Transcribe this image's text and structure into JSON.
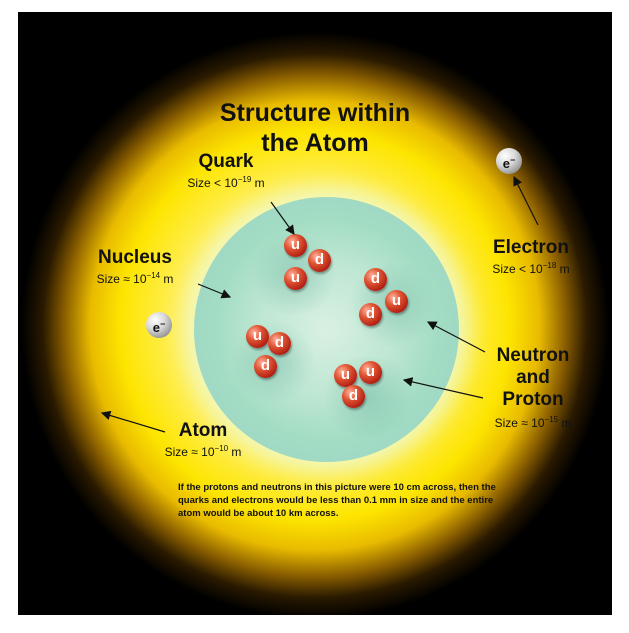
{
  "title": [
    "Structure within",
    "the Atom"
  ],
  "labels": {
    "quark": {
      "name": "Quark",
      "size_prefix": "Size < 10",
      "size_exp": "−19",
      "size_unit": " m"
    },
    "nucleus": {
      "name": "Nucleus",
      "size_prefix": "Size ≈ 10",
      "size_exp": "−14",
      "size_unit": " m"
    },
    "electron": {
      "name": "Electron",
      "size_prefix": "Size < 10",
      "size_exp": "−18",
      "size_unit": " m"
    },
    "neutron_proton": {
      "name_lines": [
        "Neutron",
        "and",
        "Proton"
      ],
      "size_prefix": "Size ≈ 10",
      "size_exp": "−15",
      "size_unit": " m"
    },
    "atom": {
      "name": "Atom",
      "size_prefix": "Size ≈ 10",
      "size_exp": "−10",
      "size_unit": " m"
    }
  },
  "electron_symbol": {
    "base": "e",
    "sup": "−"
  },
  "quark_letters": {
    "up": "u",
    "down": "d"
  },
  "footnote": "If the protons and neutrons in this picture were 10 cm across, then the quarks and electrons would be less than 0.1 mm in size and the entire atom would be about 10 km across.",
  "colors": {
    "background": "#000000",
    "atom_cloud": "#fde500",
    "nucleus": "#a2dcc3",
    "quark": "#c0281a",
    "electron": "#cfcfcf"
  }
}
